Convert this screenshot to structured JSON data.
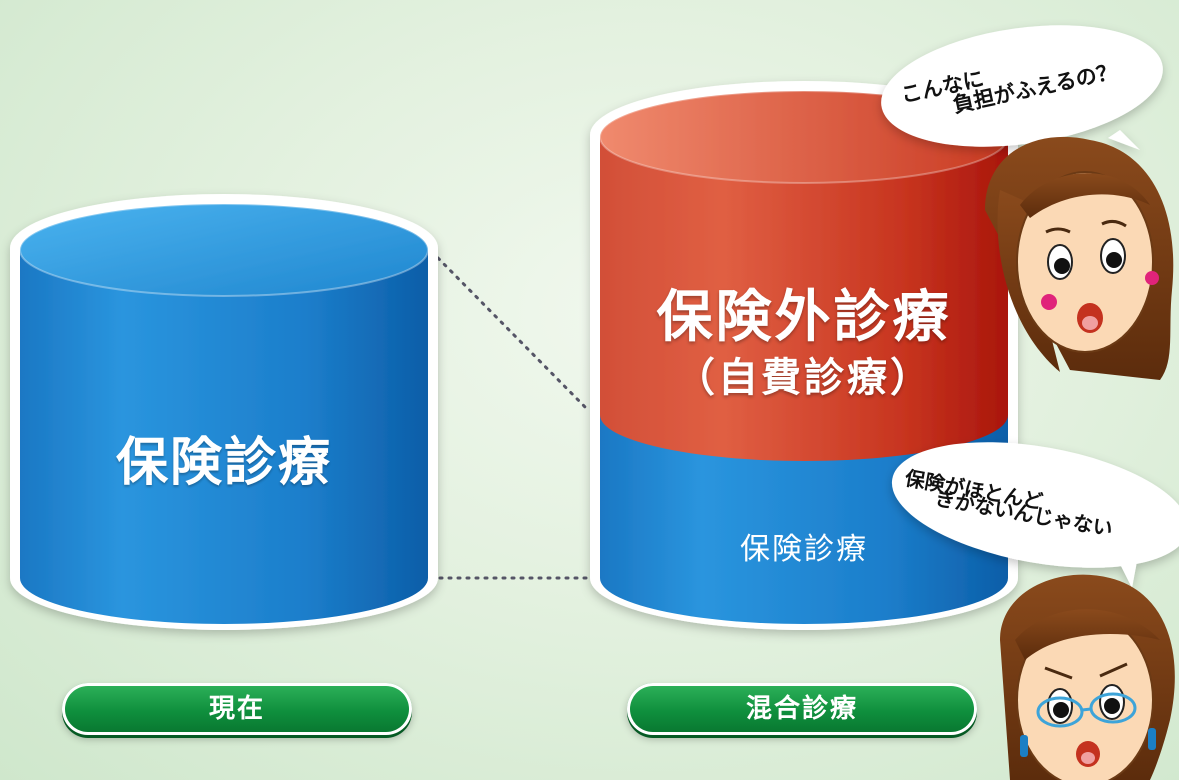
{
  "current": {
    "cylinder_label": "保険診療",
    "caption": "現在"
  },
  "mixed": {
    "top_label_line1": "保険外診療",
    "top_label_line2": "（自費診療）",
    "bottom_label": "保険診療",
    "caption": "混合診療"
  },
  "speech": {
    "top_line1": "こんなに",
    "top_line2": "負担がふえるの？",
    "bottom_line1": "保険がほとんど",
    "bottom_line2": "きかないんじゃない"
  },
  "colors": {
    "insured_blue": "#1f86cf",
    "uninsured_red": "#d5462f",
    "caption_green": "#0f8f3d",
    "background": "#e3f1df"
  }
}
